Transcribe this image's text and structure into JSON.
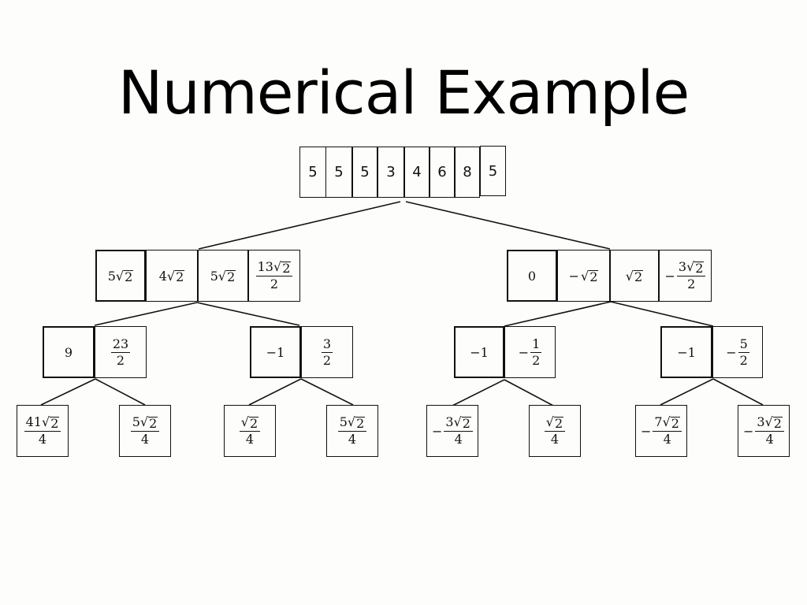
{
  "title": "Numerical Example",
  "root": [
    "5",
    "5",
    "5",
    "3",
    "4",
    "6",
    "8",
    "5"
  ],
  "level1": [
    [
      {
        "coef": "5",
        "rad": "2"
      },
      {
        "coef": "4",
        "rad": "2"
      },
      {
        "coef": "5",
        "rad": "2"
      },
      {
        "fnum": {
          "coef": "13",
          "rad": "2"
        },
        "fden": "2"
      }
    ],
    [
      {
        "text": "0"
      },
      {
        "sign": "−",
        "coef": "",
        "rad": "2"
      },
      {
        "coef": "",
        "rad": "2"
      },
      {
        "sign": "−",
        "fnum": {
          "coef": "3",
          "rad": "2"
        },
        "fden": "2"
      }
    ]
  ],
  "level2": [
    [
      {
        "text": "9"
      },
      {
        "fnum": {
          "text": "23"
        },
        "fden": "2"
      }
    ],
    [
      {
        "text": "−1"
      },
      {
        "fnum": {
          "text": "3"
        },
        "fden": "2"
      }
    ],
    [
      {
        "text": "−1"
      },
      {
        "sign": "−",
        "fnum": {
          "text": "1"
        },
        "fden": "2"
      }
    ],
    [
      {
        "text": "−1"
      },
      {
        "sign": "−",
        "fnum": {
          "text": "5"
        },
        "fden": "2"
      }
    ]
  ],
  "level3": [
    {
      "fnum": {
        "coef": "41",
        "rad": "2"
      },
      "fden": "4"
    },
    {
      "fnum": {
        "coef": "5",
        "rad": "2"
      },
      "fden": "4"
    },
    {
      "fnum": {
        "coef": "",
        "rad": "2"
      },
      "fden": "4"
    },
    {
      "fnum": {
        "coef": "5",
        "rad": "2"
      },
      "fden": "4"
    },
    {
      "sign": "−",
      "fnum": {
        "coef": "3",
        "rad": "2"
      },
      "fden": "4"
    },
    {
      "fnum": {
        "coef": "",
        "rad": "2"
      },
      "fden": "4"
    },
    {
      "sign": "−",
      "fnum": {
        "coef": "7",
        "rad": "2"
      },
      "fden": "4"
    },
    {
      "sign": "−",
      "fnum": {
        "coef": "3",
        "rad": "2"
      },
      "fden": "4"
    }
  ]
}
